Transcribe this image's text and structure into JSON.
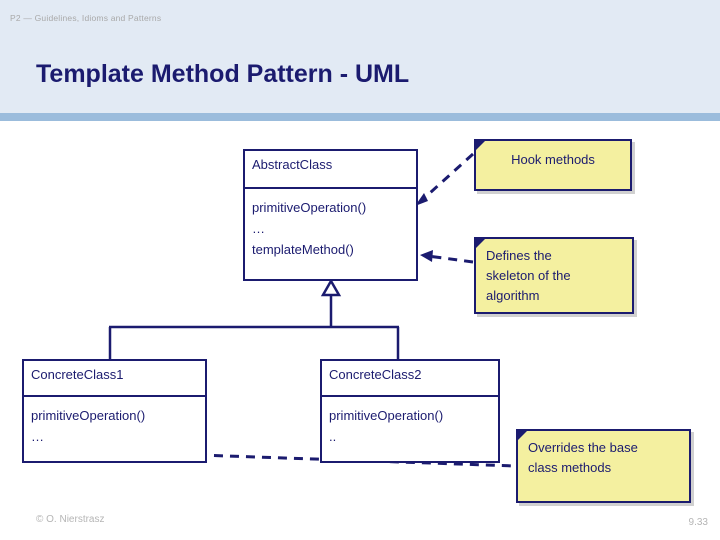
{
  "slide": {
    "kicker": "P2 — Guidelines, Idioms and Patterns",
    "title": "Template Method Pattern - UML",
    "accent_color": "#1b1b6f",
    "header_background": "#e2eaf4",
    "header_rule_color": "#9bbcdc",
    "note_fill": "#f4f0a0"
  },
  "classes": {
    "abstract": {
      "name": "AbstractClass",
      "members": [
        "primitiveOperation()",
        "…",
        "templateMethod()"
      ]
    },
    "concrete1": {
      "name": "ConcreteClass1",
      "members": [
        "primitiveOperation()",
        "…"
      ]
    },
    "concrete2": {
      "name": "ConcreteClass2",
      "members": [
        "primitiveOperation()",
        ".."
      ]
    }
  },
  "notes": {
    "hook": {
      "lines": [
        "Hook methods"
      ]
    },
    "skeleton": {
      "lines": [
        "Defines the",
        "skeleton of the",
        "algorithm"
      ]
    },
    "overrides": {
      "lines": [
        "Overrides the base",
        "class methods"
      ]
    }
  },
  "footer": {
    "copyright": "© O. Nierstrasz",
    "page_number": "9.33"
  }
}
